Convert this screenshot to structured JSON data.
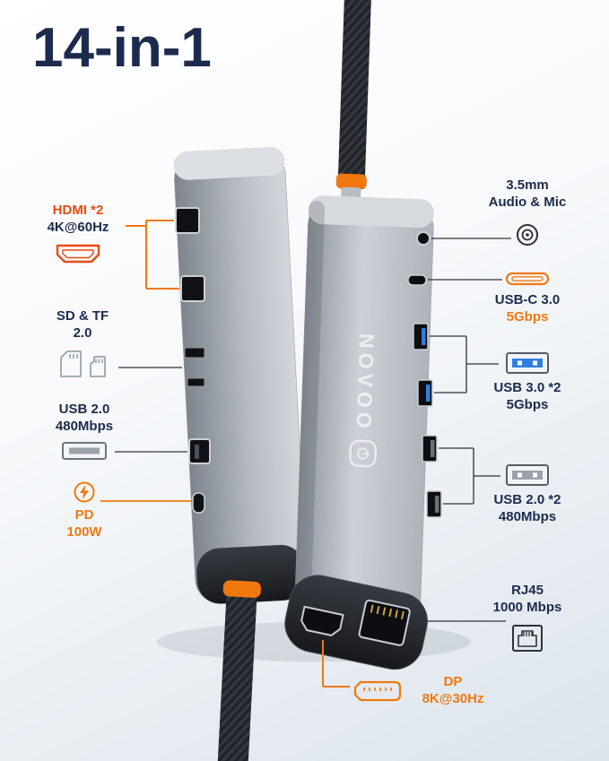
{
  "title": "14-in-1",
  "brand": "NOVOO",
  "colors": {
    "navy": "#1c2b4d",
    "accent": "#f0780e",
    "accent-red": "#e94b10",
    "usb3-blue": "#2f7fe0",
    "line-dark": "#30343a",
    "metal-light": "#d6d9de",
    "metal-dark": "#8f959e"
  },
  "callouts": {
    "hdmi": {
      "title": "HDMI *2",
      "subtitle": "4K@60Hz",
      "icon": "hdmi-icon"
    },
    "sd_tf": {
      "title": "SD & TF",
      "subtitle": "2.0",
      "icon": "sd-tf-card-icons"
    },
    "usb2_left": {
      "title": "USB 2.0",
      "subtitle": "480Mbps",
      "icon": "usb-a-port-icon"
    },
    "pd": {
      "title": "PD",
      "subtitle": "100W",
      "icon": "pd-lightning-icon"
    },
    "audio": {
      "title": "3.5mm",
      "subtitle": "Audio & Mic",
      "icon": "audio-jack-icon"
    },
    "usbc": {
      "title": "USB-C 3.0",
      "subtitle": "5Gbps",
      "icon": "usb-c-icon"
    },
    "usb3": {
      "title": "USB 3.0 *2",
      "subtitle": "5Gbps",
      "icon": "usb3-port-icon"
    },
    "usb2_right": {
      "title": "USB 2.0 *2",
      "subtitle": "480Mbps",
      "icon": "usb2-port-icon"
    },
    "rj45": {
      "title": "RJ45",
      "subtitle": "1000 Mbps",
      "icon": "rj45-icon"
    },
    "dp": {
      "title": "DP",
      "subtitle": "8K@30Hz",
      "icon": "dp-icon"
    }
  }
}
